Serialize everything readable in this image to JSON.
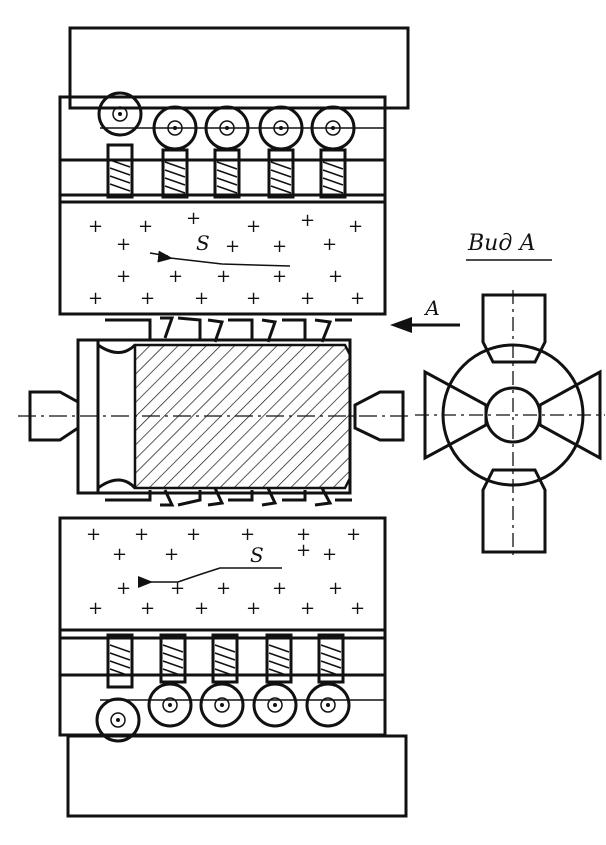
{
  "labels": {
    "view_title": "Вид А",
    "section_arrow": "А",
    "feed_top": "S",
    "feed_bottom": "S"
  }
}
